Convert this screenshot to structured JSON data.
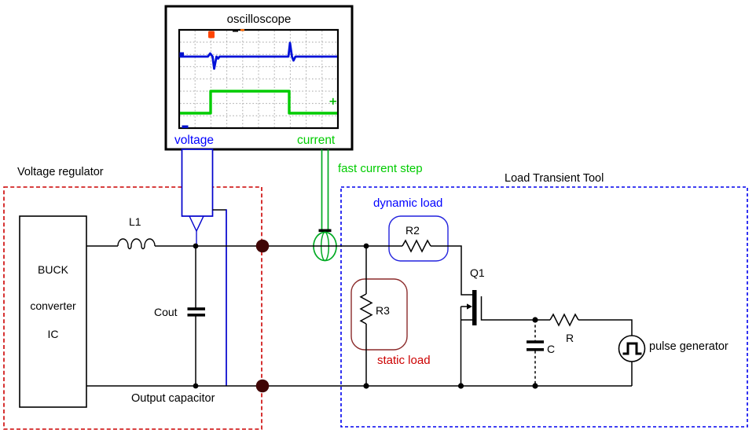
{
  "oscilloscope": {
    "title": "oscilloscope",
    "voltage_label": "voltage",
    "current_label": "current",
    "traces": {
      "voltage": {
        "color": "#0011d8",
        "shape": "flat line with a negative dip transient at the load step-up and a positive spike transient at the load step-down"
      },
      "current": {
        "color": "#00cc00",
        "shape": "square pulse: low, steps high during the load pulse, returns low"
      }
    },
    "trigger_marker_color": "#ff4400"
  },
  "voltage_regulator": {
    "title": "Voltage regulator",
    "boundary_color": "#cc0000",
    "ic_lines": [
      "BUCK",
      "converter",
      "IC"
    ],
    "inductor_label": "L1",
    "output_capacitor_label": "Cout",
    "caption": "Output capacitor",
    "output_terminal_color": "#400505"
  },
  "annotations": {
    "fast_current_step": "fast current step",
    "annotation_green": "#00cc00",
    "probe_blue": "#0000cc"
  },
  "load_transient_tool": {
    "title": "Load Transient Tool",
    "boundary_color": "#0000ee",
    "dynamic_load_label": "dynamic load",
    "dynamic_load_box_color": "#2222dd",
    "r2_label": "R2",
    "static_load_label": "static load",
    "static_load_box_color": "#8b2a2a",
    "r3_label": "R3",
    "mosfet_label": "Q1",
    "gate_resistor_label": "R",
    "gate_capacitor_label": "C",
    "pulse_generator_label": "pulse generator"
  }
}
